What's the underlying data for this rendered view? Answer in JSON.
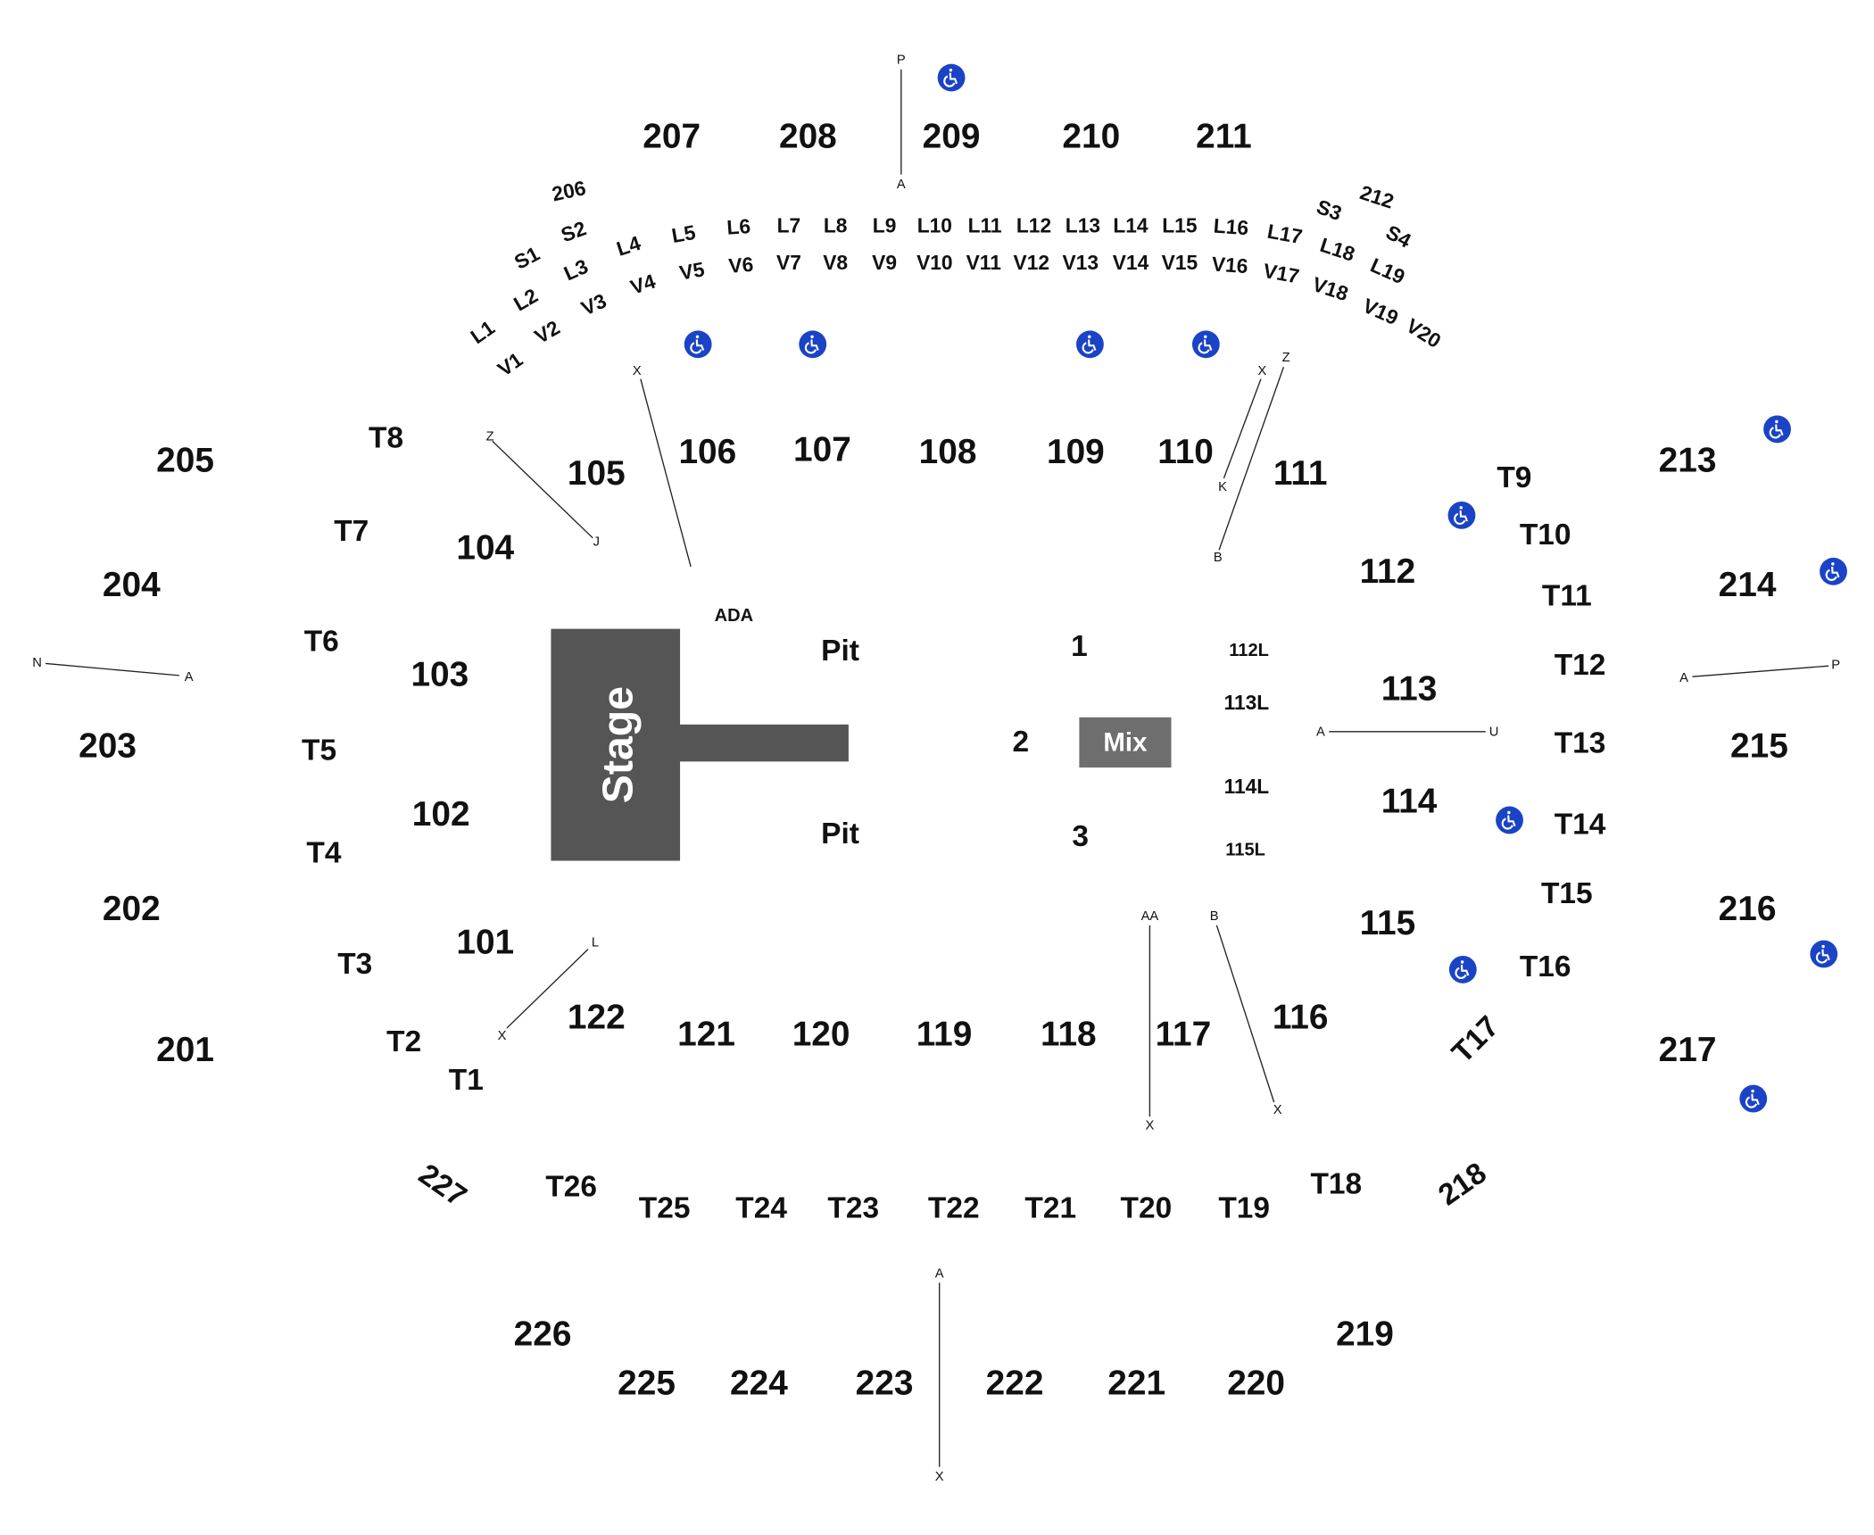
{
  "stage_label": "Stage",
  "mix_label": "Mix",
  "floor": {
    "ada": "ADA",
    "pit_top": "Pit",
    "pit_bottom": "Pit",
    "zone_1": "1",
    "zone_2": "2",
    "zone_3": "3",
    "l_112": "112L",
    "l_113": "113L",
    "l_114": "114L",
    "l_115": "115L"
  },
  "sections_100": [
    "101",
    "102",
    "103",
    "104",
    "105",
    "106",
    "107",
    "108",
    "109",
    "110",
    "111",
    "112",
    "113",
    "114",
    "115",
    "116",
    "117",
    "118",
    "119",
    "120",
    "121",
    "122"
  ],
  "sections_200": [
    "201",
    "202",
    "203",
    "204",
    "205",
    "206",
    "207",
    "208",
    "209",
    "210",
    "211",
    "212",
    "213",
    "214",
    "215",
    "216",
    "217",
    "218",
    "219",
    "220",
    "221",
    "222",
    "223",
    "224",
    "225",
    "226",
    "227"
  ],
  "tables": [
    "T1",
    "T2",
    "T3",
    "T4",
    "T5",
    "T6",
    "T7",
    "T8",
    "T9",
    "T10",
    "T11",
    "T12",
    "T13",
    "T14",
    "T15",
    "T16",
    "T17",
    "T18",
    "T19",
    "T20",
    "T21",
    "T22",
    "T23",
    "T24",
    "T25",
    "T26"
  ],
  "loge_l": [
    "L1",
    "L2",
    "L3",
    "L4",
    "L5",
    "L6",
    "L7",
    "L8",
    "L9",
    "L10",
    "L11",
    "L12",
    "L13",
    "L14",
    "L15",
    "L16",
    "L17",
    "L18",
    "L19"
  ],
  "loge_v": [
    "V1",
    "V2",
    "V3",
    "V4",
    "V5",
    "V6",
    "V7",
    "V8",
    "V9",
    "V10",
    "V11",
    "V12",
    "V13",
    "V14",
    "V15",
    "V16",
    "V17",
    "V18",
    "V19",
    "V20"
  ],
  "suites": [
    "S1",
    "S2",
    "S3",
    "S4"
  ],
  "row_markers": {
    "p_top": "P",
    "a_top": "A",
    "x_106": "X",
    "z_105": "Z",
    "j_105": "J",
    "x_111": "X",
    "z_111": "Z",
    "k_111": "K",
    "b_111": "B",
    "n_left": "N",
    "a_left": "A",
    "a_right": "A",
    "p_right": "P",
    "a_113": "A",
    "u_113": "U",
    "l_122": "L",
    "x_122": "X",
    "aa_117": "AA",
    "x_117": "X",
    "b_116": "B",
    "x_116": "X",
    "a_bottom": "A",
    "x_bottom": "X"
  },
  "accessible_icon": "wheelchair-icon",
  "colors": {
    "stage": "#555555",
    "mix": "#6e6e6e",
    "accessible": "#1a43c6",
    "text": "#111111"
  }
}
